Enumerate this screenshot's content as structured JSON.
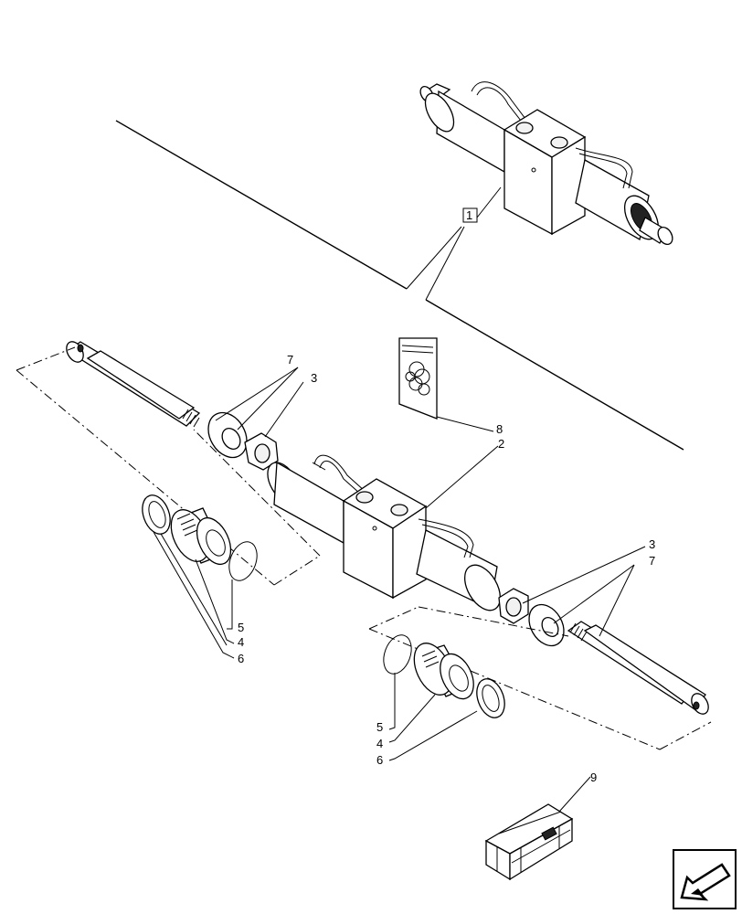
{
  "callouts": {
    "c1": "1",
    "c2": "2",
    "c3a": "3",
    "c3b": "3",
    "c4a": "4",
    "c4b": "4",
    "c5a": "5",
    "c5b": "5",
    "c6a": "6",
    "c6b": "6",
    "c7a": "7",
    "c7b": "7",
    "c8": "8",
    "c9": "9"
  },
  "icons": {
    "nav": "back-arrow-icon",
    "kit": "seal-kit-bag-icon",
    "crate": "shipping-crate-icon"
  }
}
